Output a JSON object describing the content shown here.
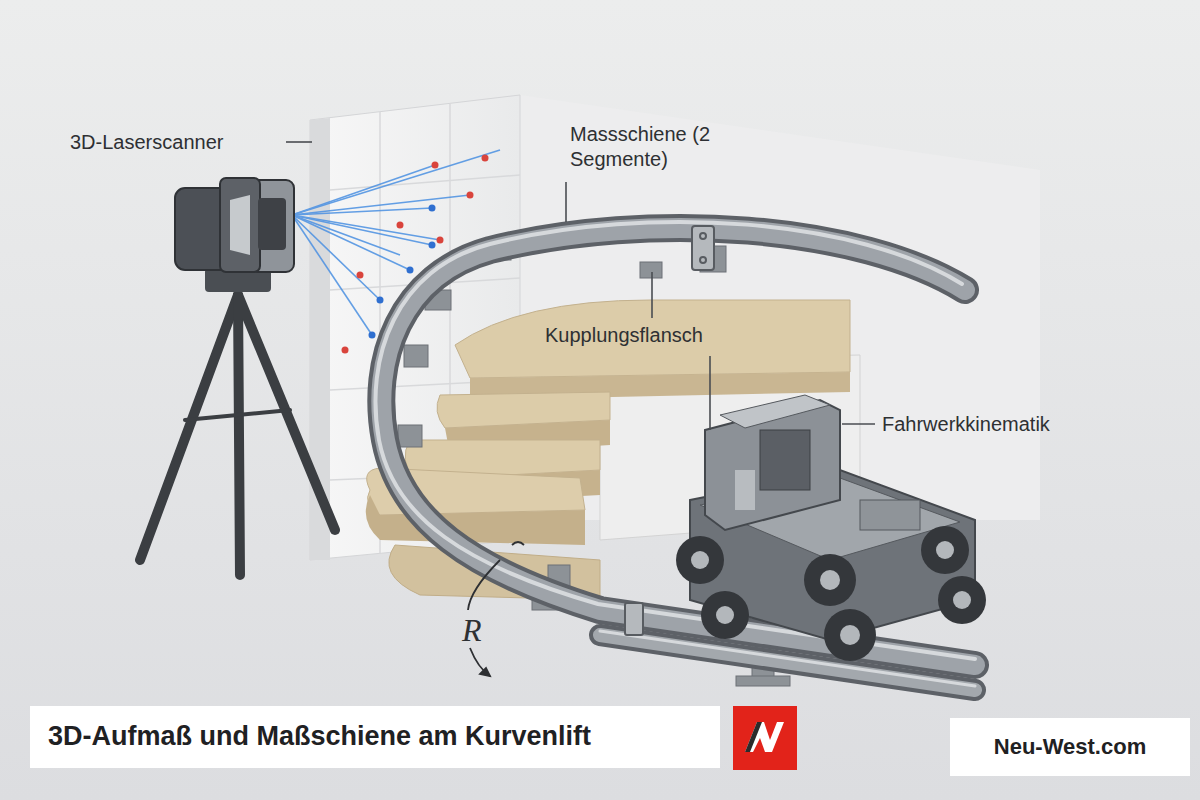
{
  "diagram": {
    "title": "3D-Aufmaß und Maßschiene am Kurvenlift",
    "labels": [
      "3D-Laserscanner",
      "Massschiene (2 Segmente)",
      "Kupplungsflansch",
      "Fahrwerkkinematik",
      "R",
      "Neu-West.com"
    ]
  }
}
